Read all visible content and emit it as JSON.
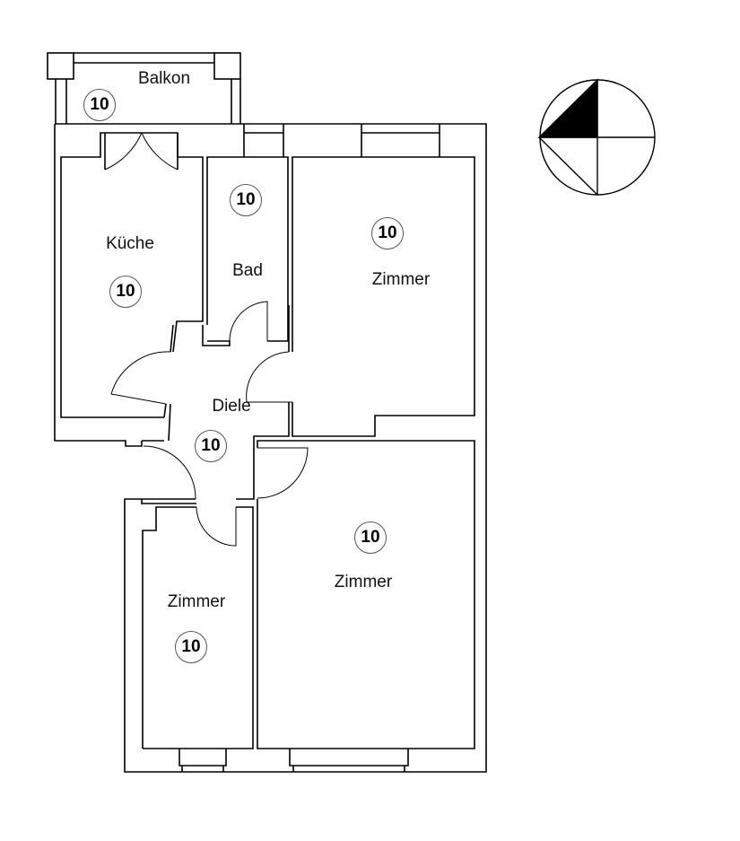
{
  "plan": {
    "rooms": [
      {
        "id": "balkon",
        "name": "Balkon",
        "tag": "10"
      },
      {
        "id": "kueche",
        "name": "Küche",
        "tag": "10"
      },
      {
        "id": "bad",
        "name": "Bad",
        "tag": "10"
      },
      {
        "id": "zimmer-ne",
        "name": "Zimmer",
        "tag": "10"
      },
      {
        "id": "diele",
        "name": "Diele",
        "tag": "10"
      },
      {
        "id": "zimmer-se",
        "name": "Zimmer",
        "tag": "10"
      },
      {
        "id": "zimmer-sw",
        "name": "Zimmer",
        "tag": "10"
      }
    ]
  },
  "compass": {
    "icon": "north-arrow-compass-icon",
    "fill": "#000000"
  },
  "colors": {
    "line": "#000000",
    "background": "#ffffff"
  }
}
